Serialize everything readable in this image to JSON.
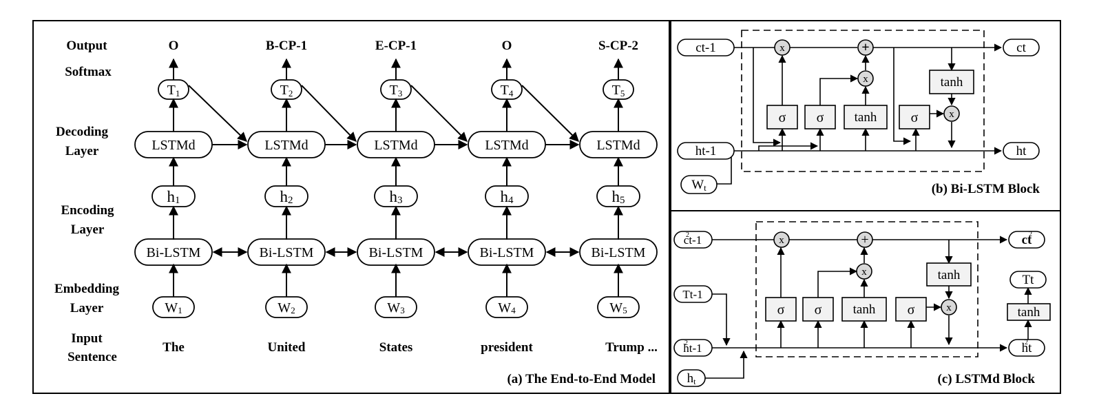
{
  "panel_a": {
    "row_labels": {
      "output": "Output",
      "softmax": "Softmax",
      "decoding": [
        "Decoding",
        "Layer"
      ],
      "encoding": [
        "Encoding",
        "Layer"
      ],
      "embedding": [
        "Embedding",
        "Layer"
      ],
      "input": [
        "Input",
        "Sentence"
      ]
    },
    "columns": [
      {
        "output": "O",
        "tag": "T",
        "tag_sub": "1",
        "decoder": "LSTMd",
        "hidden": "h",
        "hidden_sub": "1",
        "encoder": "Bi-LSTM",
        "embed": "W",
        "embed_sub": "1",
        "word": "The"
      },
      {
        "output": "B-CP-1",
        "tag": "T",
        "tag_sub": "2",
        "decoder": "LSTMd",
        "hidden": "h",
        "hidden_sub": "2",
        "encoder": "Bi-LSTM",
        "embed": "W",
        "embed_sub": "2",
        "word": "United"
      },
      {
        "output": "E-CP-1",
        "tag": "T",
        "tag_sub": "3",
        "decoder": "LSTMd",
        "hidden": "h",
        "hidden_sub": "3",
        "encoder": "Bi-LSTM",
        "embed": "W",
        "embed_sub": "3",
        "word": "States"
      },
      {
        "output": "O",
        "tag": "T",
        "tag_sub": "4",
        "decoder": "LSTMd",
        "hidden": "h",
        "hidden_sub": "4",
        "encoder": "Bi-LSTM",
        "embed": "W",
        "embed_sub": "4",
        "word": "president"
      },
      {
        "output": "S-CP-2",
        "tag": "T",
        "tag_sub": "5",
        "decoder": "LSTMd",
        "hidden": "h",
        "hidden_sub": "5",
        "encoder": "Bi-LSTM",
        "embed": "W",
        "embed_sub": "5",
        "word": "Trump ..."
      }
    ],
    "caption": "(a) The End-to-End Model"
  },
  "panel_b": {
    "inputs": {
      "c_prev": "ct-1",
      "h_prev": "ht-1",
      "w": "W",
      "w_sub": "t"
    },
    "outputs": {
      "c": "ct",
      "h": "ht"
    },
    "gates": {
      "sigma": "σ",
      "tanh": "tanh",
      "mult": "x",
      "add": "+"
    },
    "caption": "(b) Bi-LSTM Block"
  },
  "panel_c": {
    "inputs": {
      "c_prev": "ct-1",
      "c_prev_sup": "2",
      "t_prev": "Tt-1",
      "h_prev": "ht-1",
      "h_prev_sup": "2",
      "h": "h",
      "h_sub": "t"
    },
    "outputs": {
      "c": "ct",
      "c_sup": "2",
      "h": "ht",
      "h_sup": "2",
      "t": "Tt"
    },
    "gates": {
      "sigma": "σ",
      "tanh": "tanh",
      "mult": "x",
      "add": "+"
    },
    "caption": "(c) LSTMd Block"
  }
}
